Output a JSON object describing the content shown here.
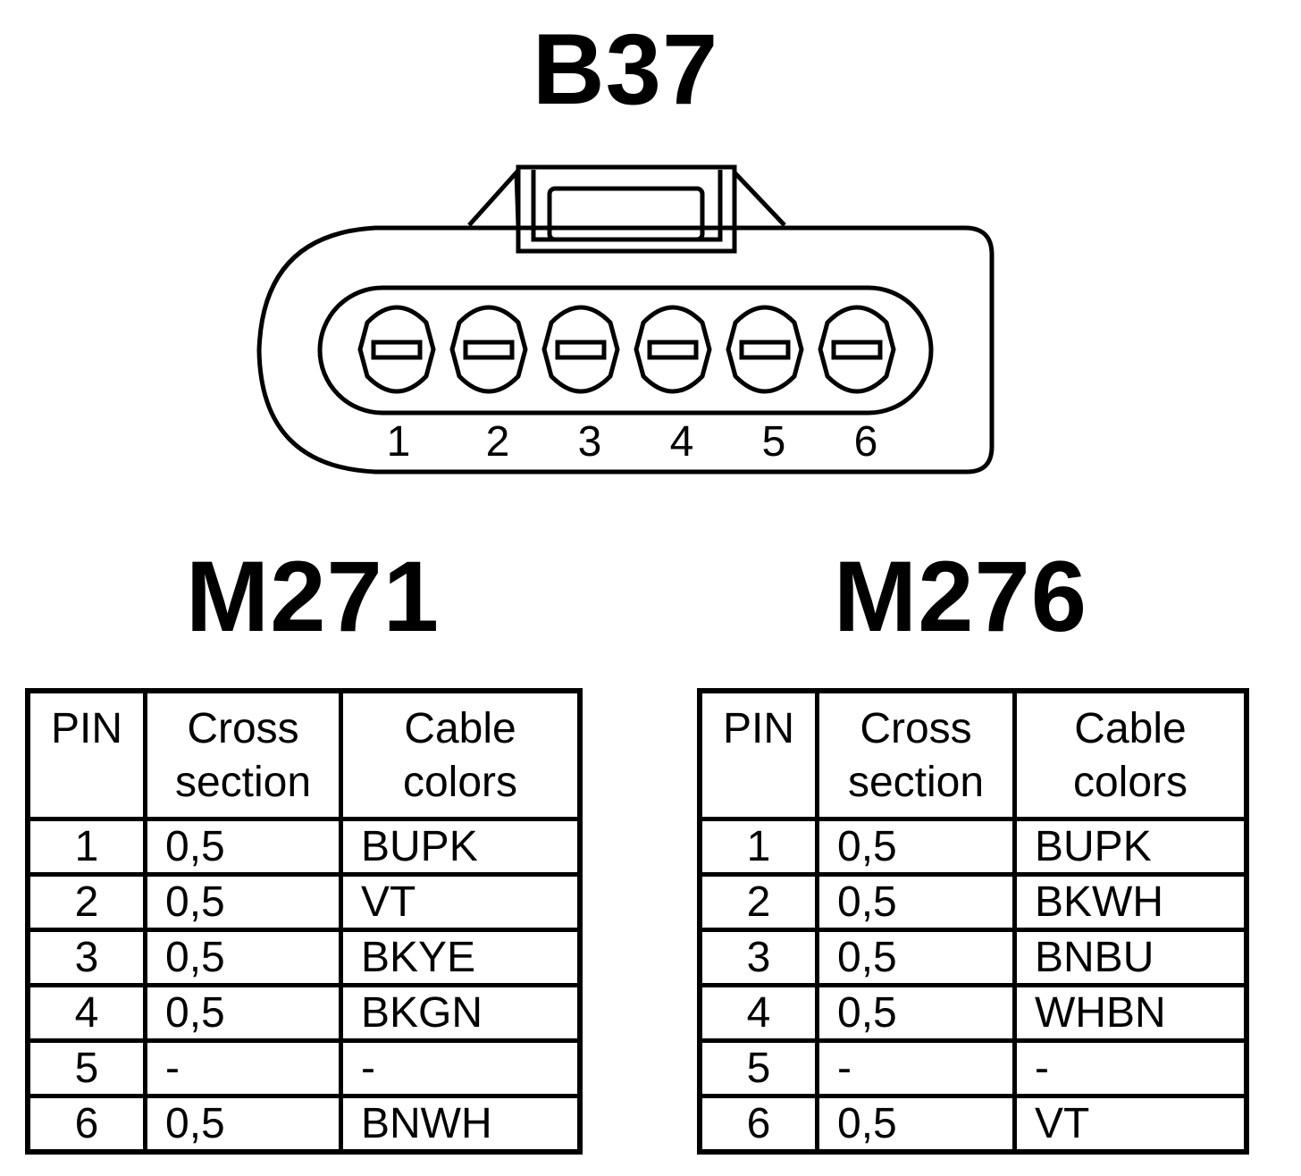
{
  "connector": {
    "title": "B37",
    "pin_numbers": [
      "1",
      "2",
      "3",
      "4",
      "5",
      "6"
    ]
  },
  "tables": [
    {
      "title": "M271",
      "headers": {
        "pin": "PIN",
        "cross_section": "Cross\nsection",
        "cable_colors": "Cable\ncolors"
      },
      "rows": [
        {
          "pin": "1",
          "cross_section": "0,5",
          "cable_color": "BUPK"
        },
        {
          "pin": "2",
          "cross_section": "0,5",
          "cable_color": "VT"
        },
        {
          "pin": "3",
          "cross_section": "0,5",
          "cable_color": "BKYE"
        },
        {
          "pin": "4",
          "cross_section": "0,5",
          "cable_color": "BKGN"
        },
        {
          "pin": "5",
          "cross_section": "-",
          "cable_color": "-"
        },
        {
          "pin": "6",
          "cross_section": "0,5",
          "cable_color": "BNWH"
        }
      ]
    },
    {
      "title": "M276",
      "headers": {
        "pin": "PIN",
        "cross_section": "Cross\nsection",
        "cable_colors": "Cable\ncolors"
      },
      "rows": [
        {
          "pin": "1",
          "cross_section": "0,5",
          "cable_color": "BUPK"
        },
        {
          "pin": "2",
          "cross_section": "0,5",
          "cable_color": "BKWH"
        },
        {
          "pin": "3",
          "cross_section": "0,5",
          "cable_color": "BNBU"
        },
        {
          "pin": "4",
          "cross_section": "0,5",
          "cable_color": "WHBN"
        },
        {
          "pin": "5",
          "cross_section": "-",
          "cable_color": "-"
        },
        {
          "pin": "6",
          "cross_section": "0,5",
          "cable_color": "VT"
        }
      ]
    }
  ]
}
